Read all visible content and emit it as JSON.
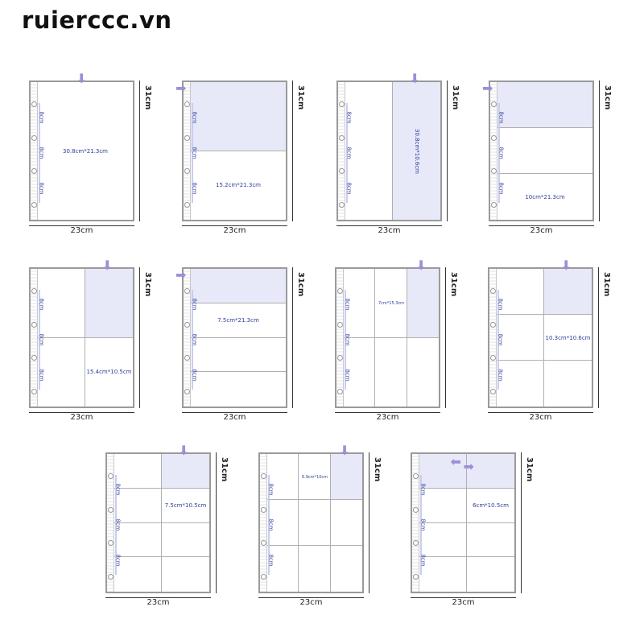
{
  "brand": "ruierccc.vn",
  "colors": {
    "highlight": "#e7e8f8",
    "arrow": "#9b8fd8",
    "label_text": "#2c3e98"
  },
  "height_label": "31cm",
  "width_label": "23cm",
  "spacing_label": "8cm",
  "sheets": [
    {
      "rows": 1,
      "cols": 1,
      "highlight": "none",
      "arrow": "down",
      "size_label": "30.8cm*21.3cm"
    },
    {
      "rows": 2,
      "cols": 1,
      "highlight": "top",
      "arrow": "right",
      "size_label": "15.2cm*21.3cm"
    },
    {
      "rows": 1,
      "cols": 2,
      "highlight": "top-right",
      "arrow": "down",
      "size_label": "30.8cm*10.6cm"
    },
    {
      "rows": 3,
      "cols": 1,
      "highlight": "top",
      "arrow": "right",
      "size_label": "10cm*21.3cm"
    },
    {
      "rows": 2,
      "cols": 2,
      "highlight": "top-right",
      "arrow": "down",
      "size_label": "15.4cm*10.5cm"
    },
    {
      "rows": 4,
      "cols": 1,
      "highlight": "top",
      "arrow": "right",
      "size_label": "7.5cm*21.3cm"
    },
    {
      "rows": 2,
      "cols": 3,
      "highlight": "top-right",
      "arrow": "down",
      "size_label": "7cm*15.3cm"
    },
    {
      "rows": 3,
      "cols": 2,
      "highlight": "top-right",
      "arrow": "down",
      "size_label": "10.3cm*10.6cm"
    },
    {
      "rows": 4,
      "cols": 2,
      "highlight": "top-right",
      "arrow": "down",
      "size_label": "7.5cm*10.5cm"
    },
    {
      "rows": 3,
      "cols": 3,
      "highlight": "top-right",
      "arrow": "down",
      "size_label": "6.9cm*10cm"
    },
    {
      "rows": 4,
      "cols": 2,
      "highlight": "top-row",
      "arrow": "left-right",
      "size_label": "6cm*10.5cm"
    }
  ]
}
